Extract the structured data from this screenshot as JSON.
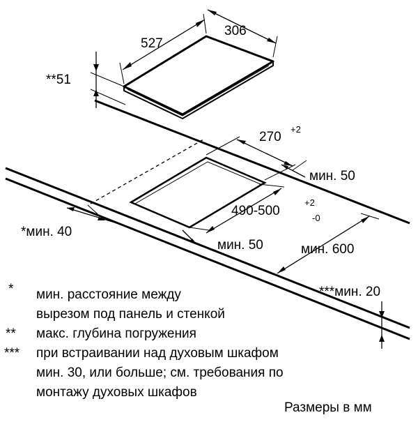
{
  "dimensions": {
    "hob_width": "306",
    "hob_depth": "527",
    "max_depth_label": "**51",
    "cutout_width": "270",
    "cutout_width_tol": "+2",
    "cutout_depth": "490-500",
    "cutout_depth_tol_upper": "+2",
    "cutout_depth_tol_lower": "-0",
    "rear_min": "мин. 50",
    "front_min": "мин. 50",
    "side_min": "*мин. 40",
    "worktop_min": "мин. 600",
    "thickness_min": "***мин. 20"
  },
  "notes": [
    {
      "marker": "*",
      "lines": [
        "мин. расстояние между",
        "вырезом под панель и стенкой"
      ]
    },
    {
      "marker": "**",
      "lines": [
        "макс. глубина погружения"
      ]
    },
    {
      "marker": "***",
      "lines": [
        "при встраивании над духовым шкафом",
        "мин. 30, или больше; см. требования по",
        "монтажу духовых шкафов"
      ]
    }
  ],
  "units_label": "Размеры в мм"
}
